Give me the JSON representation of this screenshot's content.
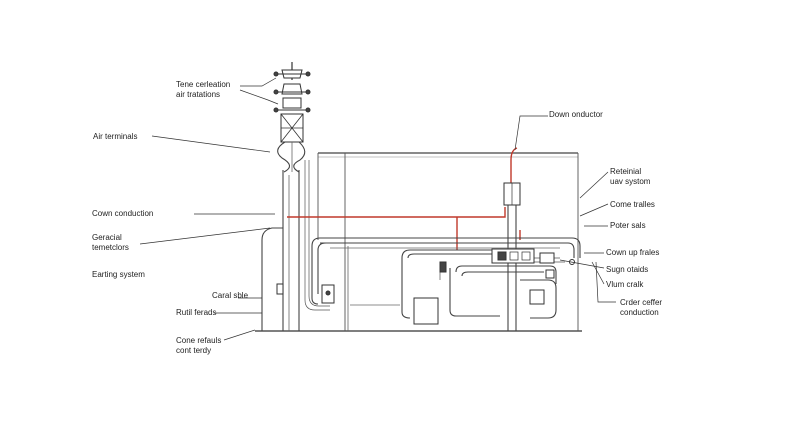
{
  "labels": {
    "tower_top": "Tene cerleation\nair tratations",
    "air_terminals": "Air terminals",
    "down_conductor_top": "Down onductor",
    "cown_conduction": "Cown conduction",
    "geracial": "Geracial\ntemetclors",
    "earting_system": "Earting system",
    "caral_sble": "Caral sble",
    "rutil_ferads": "Rutil ferads",
    "cone_refauls": "Cone refauls\ncont terdy",
    "retenrial": "Reteinial\nuav systom",
    "come_trailes": "Come tralles",
    "poter_sals": "Poter sals",
    "cown_up_frales": "Cown up frales",
    "sugn_otaids": "Sugn otaids",
    "vlum_cralk": "Vlum cralk",
    "crder_cefler": "Crder ceffer\nconduction"
  },
  "colors": {
    "line": "#444444",
    "conductor": "#c0392b",
    "background": "#ffffff"
  }
}
